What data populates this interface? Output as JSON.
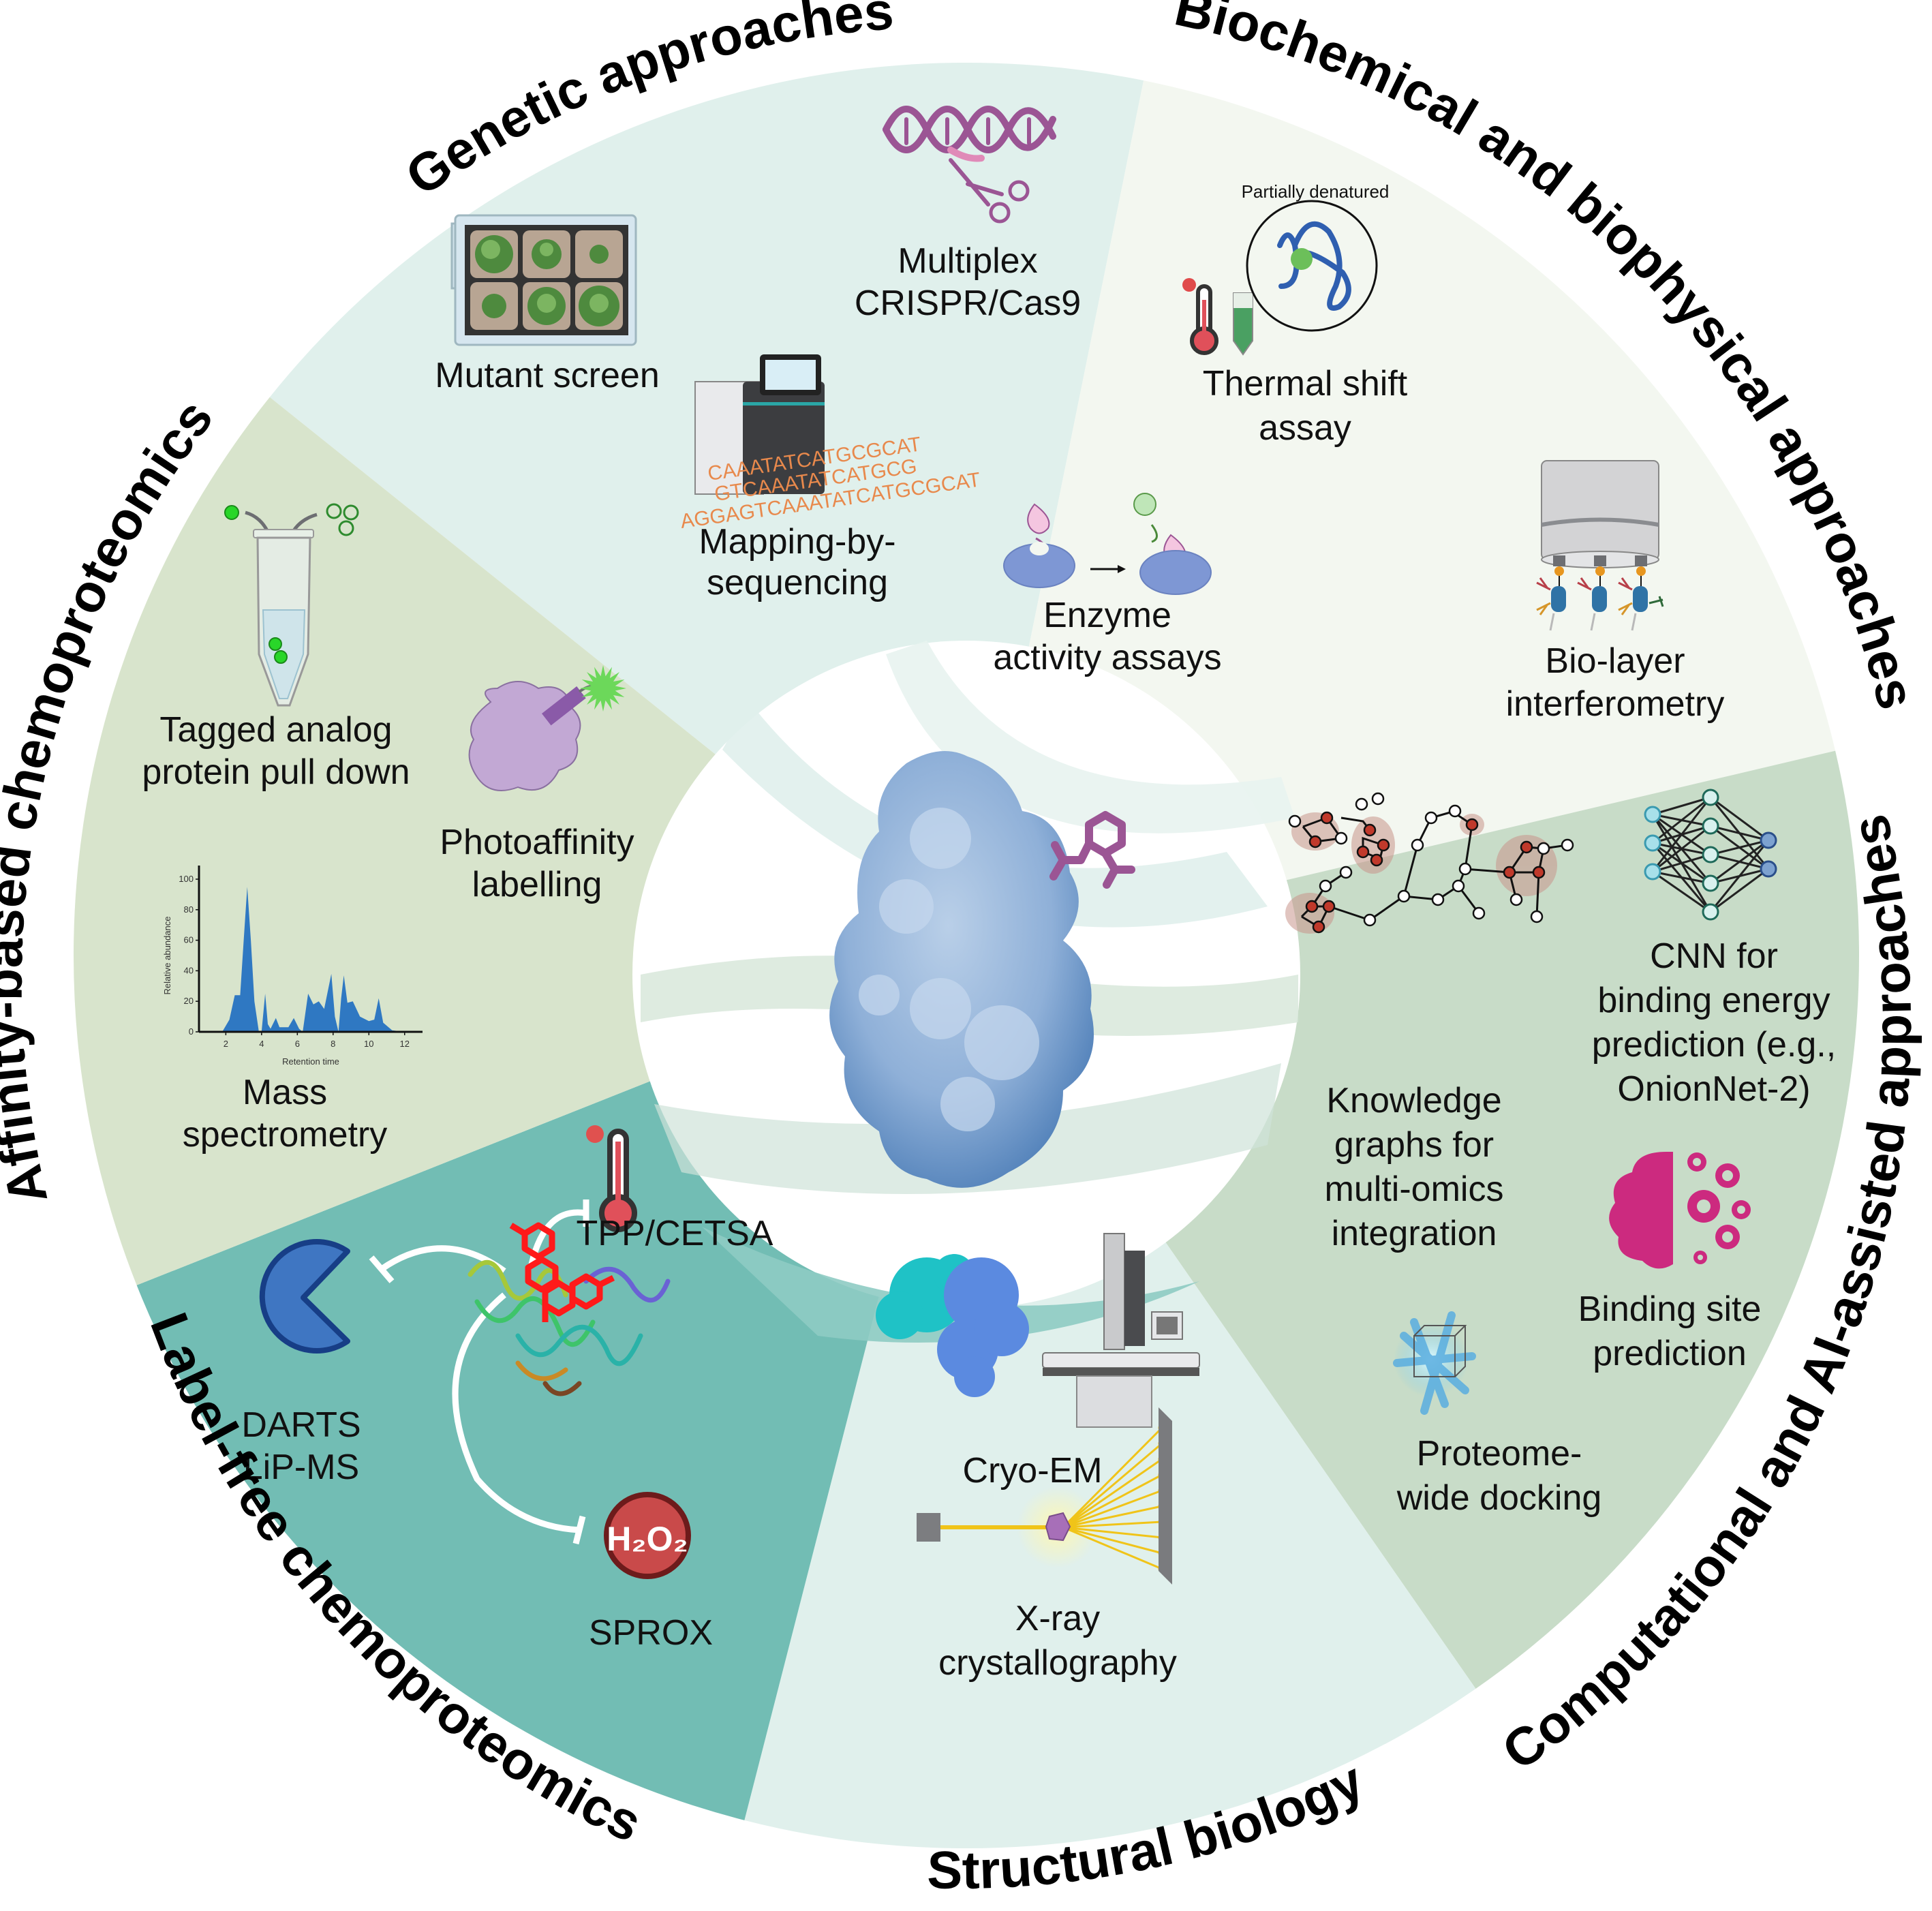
{
  "figure": {
    "center_label": "Target protein with bound small molecule",
    "sectors": [
      {
        "id": "genetic",
        "title": "Genetic approaches",
        "color": "#e0f0ec",
        "items": [
          {
            "label_lines": [
              "Mutant screen"
            ],
            "icon": "plant-tray-icon"
          },
          {
            "label_lines": [
              "Multiplex",
              "CRISPR/Cas9"
            ],
            "icon": "dna-scissors-icon"
          },
          {
            "label_lines": [
              "Mapping-by-",
              "sequencing"
            ],
            "icon": "sequencer-icon"
          }
        ],
        "sequence_text": [
          "CAAATATCATGCGCAT",
          "GTCAAATATCATGCG",
          "AGGAGTCAAATATCATGCGCAT"
        ]
      },
      {
        "id": "biochemical",
        "title": "Biochemical and biophysical approaches",
        "color": "#f3f7f0",
        "items": [
          {
            "label_lines": [
              "Thermal shift",
              "assay"
            ],
            "icon": "thermometer-tube-icon",
            "annotation": "Partially denatured"
          },
          {
            "label_lines": [
              "Enzyme",
              "activity assays"
            ],
            "icon": "enzyme-substrate-icon"
          },
          {
            "label_lines": [
              "Bio-layer",
              "interferometry"
            ],
            "icon": "biosensor-icon"
          }
        ]
      },
      {
        "id": "computational",
        "title": "Computational and AI-assisted approaches",
        "color": "#c8dcc8",
        "items": [
          {
            "label_lines": [
              "Knowledge",
              "graphs for",
              "multi-omics",
              "integration"
            ],
            "icon": "knowledge-graph-icon"
          },
          {
            "label_lines": [
              "CNN for",
              "binding energy",
              "prediction (e.g.,",
              "OnionNet-2)"
            ],
            "icon": "neural-network-icon"
          },
          {
            "label_lines": [
              "Binding site",
              "prediction"
            ],
            "icon": "brain-gears-icon"
          },
          {
            "label_lines": [
              "Proteome-",
              "wide docking"
            ],
            "icon": "docking-box-icon"
          }
        ]
      },
      {
        "id": "structural",
        "title": "Structural biology",
        "color": "#e0f0ec",
        "items": [
          {
            "label_lines": [
              "Cryo-EM"
            ],
            "icon": "cryo-em-microscope-icon"
          },
          {
            "label_lines": [
              "X-ray",
              "crystallography"
            ],
            "icon": "xray-diffraction-icon"
          }
        ]
      },
      {
        "id": "labelfree",
        "title": "Label-free chemoproteomics",
        "color": "#72bdb4",
        "items": [
          {
            "label_lines": [
              "TPP/CETSA"
            ],
            "icon": "thermometer-icon"
          },
          {
            "label_lines": [
              "DARTS",
              "LiP-MS"
            ],
            "icon": "protease-pacman-icon"
          },
          {
            "label_lines": [
              "SPROX"
            ],
            "icon": "h2o2-icon",
            "badge": "H₂O₂"
          }
        ]
      },
      {
        "id": "affinity",
        "title": "Affinity-based chemoproteomics",
        "color": "#d8e4cc",
        "items": [
          {
            "label_lines": [
              "Tagged analog",
              "protein pull down"
            ],
            "icon": "tube-pulldown-icon"
          },
          {
            "label_lines": [
              "Photoaffinity",
              "labelling"
            ],
            "icon": "photoaffinity-probe-icon"
          },
          {
            "label_lines": [
              "Mass",
              "spectrometry"
            ],
            "icon": "chromatogram-icon"
          }
        ]
      }
    ]
  },
  "chart_data": {
    "type": "area",
    "title": "",
    "xlabel": "Retention time",
    "ylabel": "Relative abundance",
    "xlim": [
      0.5,
      13
    ],
    "ylim": [
      0,
      100
    ],
    "xticks": [
      2,
      4,
      6,
      8,
      10,
      12
    ],
    "yticks": [
      0,
      20,
      40,
      60,
      80,
      100
    ],
    "grid": false,
    "x": [
      1.8,
      2.2,
      2.5,
      2.8,
      3.0,
      3.2,
      3.4,
      3.6,
      3.85,
      4.0,
      4.2,
      4.35,
      4.5,
      4.8,
      5.0,
      5.2,
      5.5,
      5.8,
      6.1,
      6.3,
      6.6,
      6.9,
      7.2,
      7.5,
      7.9,
      8.1,
      8.3,
      8.45,
      8.6,
      8.8,
      9.1,
      9.5,
      10.0,
      10.3,
      10.55,
      10.8,
      11.3,
      12.0
    ],
    "y": [
      0,
      8,
      24,
      24,
      60,
      95,
      60,
      20,
      0,
      0,
      25,
      5,
      2,
      9,
      3,
      3,
      3,
      9,
      2,
      0,
      25,
      18,
      20,
      15,
      38,
      10,
      0,
      22,
      37,
      19,
      20,
      10,
      7,
      8,
      22,
      6,
      1,
      0
    ]
  }
}
